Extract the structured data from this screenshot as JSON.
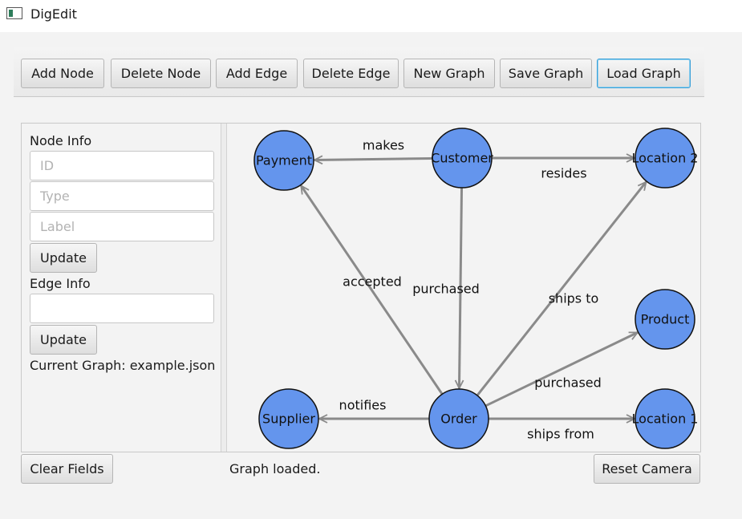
{
  "window": {
    "title": "DigEdit",
    "icon": "window-icon"
  },
  "toolbar": {
    "buttons": [
      {
        "label": "Add Node"
      },
      {
        "label": "Delete Node"
      },
      {
        "label": "Add Edge"
      },
      {
        "label": "Delete Edge"
      },
      {
        "label": "New Graph"
      },
      {
        "label": "Save Graph"
      },
      {
        "label": "Load Graph"
      }
    ]
  },
  "node_info": {
    "heading": "Node Info",
    "id_placeholder": "ID",
    "type_placeholder": "Type",
    "label_placeholder": "Label",
    "update_label": "Update"
  },
  "edge_info": {
    "heading": "Edge Info",
    "value": "",
    "update_label": "Update"
  },
  "current_graph": "Current Graph: example.json",
  "bottom": {
    "clear_label": "Clear Fields",
    "status": "Graph loaded.",
    "reset_label": "Reset Camera"
  },
  "graph": {
    "node_color": "#6495ed",
    "edge_color": "#8a8a8a",
    "nodes": [
      {
        "id": "payment",
        "label": "Payment"
      },
      {
        "id": "customer",
        "label": "Customer"
      },
      {
        "id": "location2",
        "label": "Location 2"
      },
      {
        "id": "product",
        "label": "Product"
      },
      {
        "id": "supplier",
        "label": "Supplier"
      },
      {
        "id": "order",
        "label": "Order"
      },
      {
        "id": "location1",
        "label": "Location 1"
      }
    ],
    "edges": [
      {
        "from": "customer",
        "to": "payment",
        "label": "makes"
      },
      {
        "from": "customer",
        "to": "location2",
        "label": "resides"
      },
      {
        "from": "customer",
        "to": "order",
        "label": "purchased"
      },
      {
        "from": "order",
        "to": "payment",
        "label": "accepted"
      },
      {
        "from": "order",
        "to": "location2",
        "label": "ships to"
      },
      {
        "from": "order",
        "to": "product",
        "label": "purchased"
      },
      {
        "from": "order",
        "to": "supplier",
        "label": "notifies"
      },
      {
        "from": "order",
        "to": "location1",
        "label": "ships from"
      }
    ]
  }
}
